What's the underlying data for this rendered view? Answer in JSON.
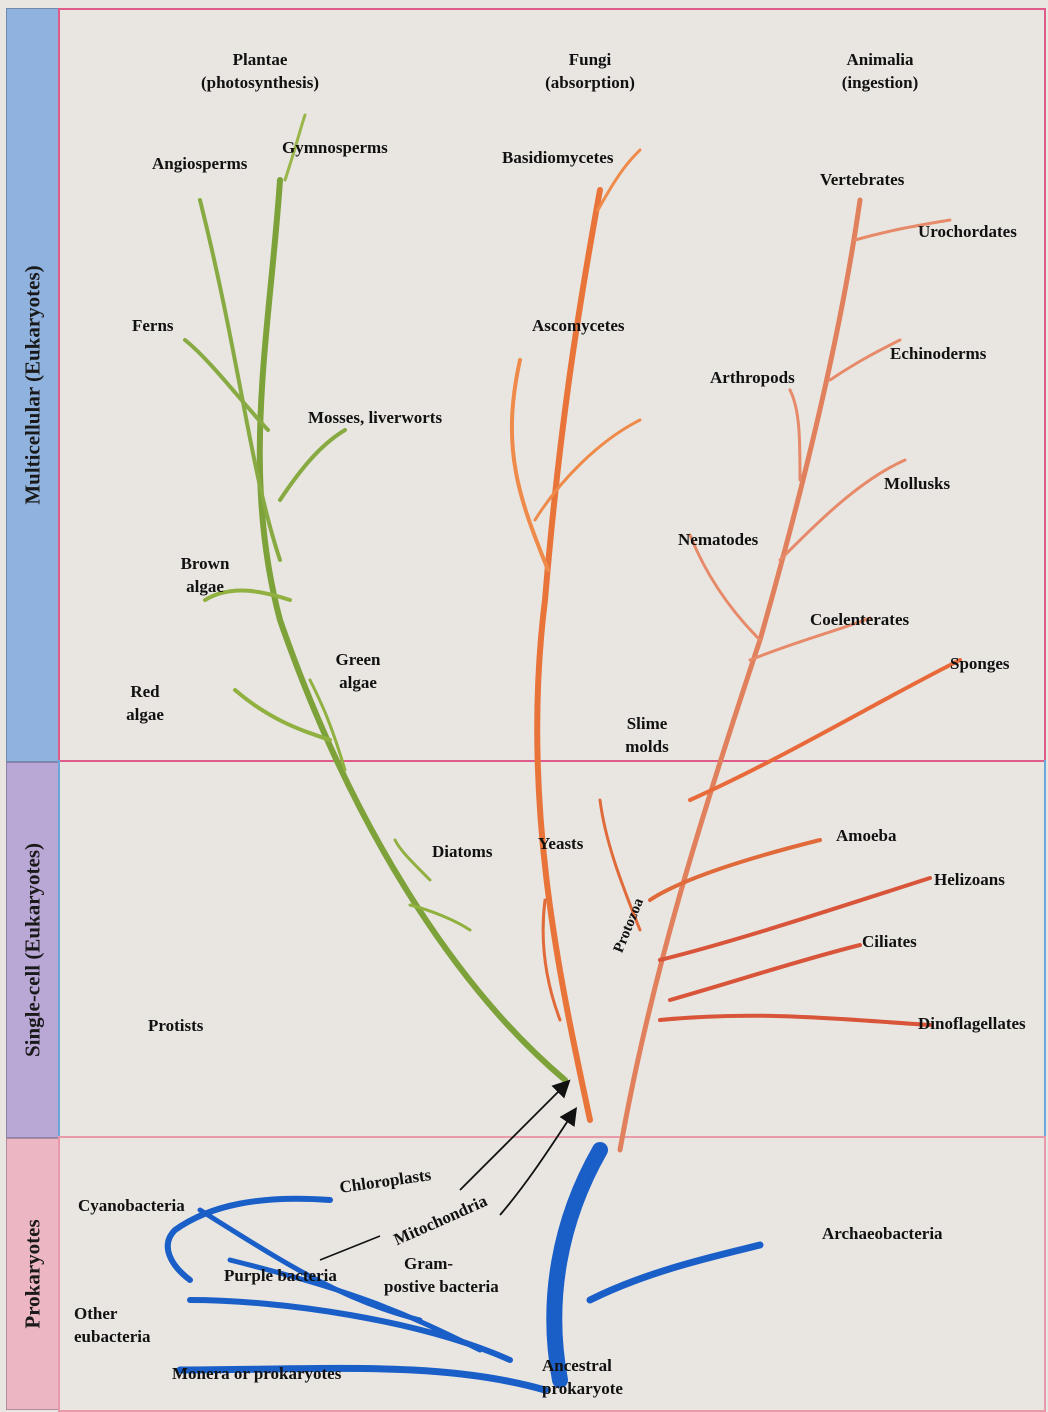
{
  "bands": [
    {
      "id": "multicellular",
      "label": "Multicellular (Eukaryotes)",
      "color": "#8fb3de"
    },
    {
      "id": "single",
      "label": "Single-cell (Eukaryotes)",
      "color": "#b9a8d6"
    },
    {
      "id": "prokaryotes",
      "label": "Prokaryotes",
      "color": "#ecb7c2"
    }
  ],
  "colors": {
    "plant": "#7ea23a",
    "fungi": "#e8743a",
    "animal": "#e0805c",
    "prokaryote": "#1a5fc8",
    "protozoa": "#d8553a",
    "frame_pink": "#e05a8a",
    "frame_blue": "#6aa8dc"
  },
  "labels": {
    "plantae": "Plantae",
    "plantae_sub": "(photosynthesis)",
    "fungi": "Fungi",
    "fungi_sub": "(absorption)",
    "animalia": "Animalia",
    "animalia_sub": "(ingestion)",
    "angiosperms": "Angiosperms",
    "gymnosperms": "Gymnosperms",
    "ferns": "Ferns",
    "mosses": "Mosses, liverworts",
    "brown_algae_1": "Brown",
    "brown_algae_2": "algae",
    "green_algae_1": "Green",
    "green_algae_2": "algae",
    "red_algae_1": "Red",
    "red_algae_2": "algae",
    "diatoms": "Diatoms",
    "protists": "Protists",
    "basidiomycetes": "Basidiomycetes",
    "ascomycetes": "Ascomycetes",
    "slime_molds_1": "Slime",
    "slime_molds_2": "molds",
    "yeasts": "Yeasts",
    "vertebrates": "Vertebrates",
    "urochordates": "Urochordates",
    "echinoderms": "Echinoderms",
    "arthropods": "Arthropods",
    "mollusks": "Mollusks",
    "nematodes": "Nematodes",
    "coelenterates": "Coelenterates",
    "sponges": "Sponges",
    "amoeba": "Amoeba",
    "helizoans": "Helizoans",
    "ciliates": "Ciliates",
    "dinoflagellates": "Dinoflagellates",
    "protozoa": "Protozoa",
    "cyanobacteria": "Cyanobacteria",
    "chloroplasts": "Chloroplasts",
    "mitochondria": "Mitochondria",
    "purple_bacteria": "Purple bacteria",
    "gram_positive_1": "Gram-",
    "gram_positive_2": "postive bacteria",
    "other_eubacteria_1": "Other",
    "other_eubacteria_2": "eubacteria",
    "monera": "Monera or prokaryotes",
    "archaeobacteria": "Archaeobacteria",
    "ancestral_1": "Ancestral",
    "ancestral_2": "prokaryote"
  }
}
